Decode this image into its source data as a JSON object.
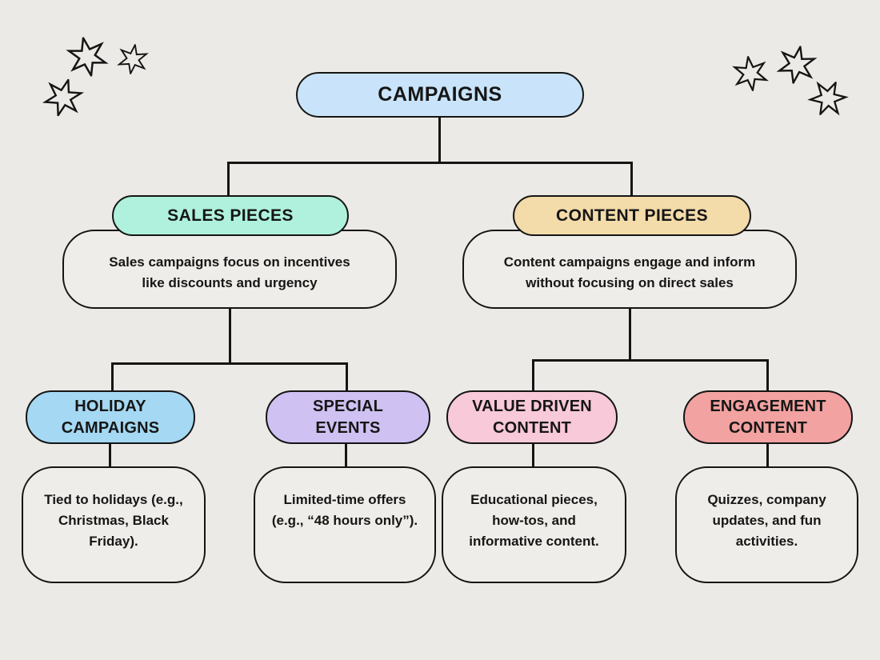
{
  "title": "Campaigns flowchart",
  "root": {
    "label": "CAMPAIGNS",
    "color": "#C9E4FA"
  },
  "branches": [
    {
      "label": "SALES PIECES",
      "color": "#AFF1DC",
      "description": "Sales campaigns focus on incentives\nlike discounts and urgency",
      "children": [
        {
          "label": "HOLIDAY\nCAMPAIGNS",
          "color": "#A5D8F2",
          "description": "Tied to holidays (e.g.,\nChristmas, Black\nFriday)."
        },
        {
          "label": "SPECIAL\nEVENTS",
          "color": "#CFC1F1",
          "description": "Limited-time offers\n(e.g., “48 hours only”)."
        }
      ]
    },
    {
      "label": "CONTENT PIECES",
      "color": "#F3DBAA",
      "description": "Content campaigns engage and inform\nwithout focusing on direct sales",
      "children": [
        {
          "label": "VALUE DRIVEN\nCONTENT",
          "color": "#F8C9D9",
          "description": "Educational pieces,\nhow-tos, and\ninformative content."
        },
        {
          "label": "ENGAGEMENT\nCONTENT",
          "color": "#F2A2A0",
          "description": "Quizzes, company\nupdates, and fun\nactivities."
        }
      ]
    }
  ],
  "decor": {
    "icon": "six-point-star",
    "left_star_count": 3,
    "right_star_count": 3
  },
  "colors": {
    "background": "#ECEAE6",
    "box_fill": "#EFEDE9",
    "line": "#151515",
    "text": "#161616"
  }
}
